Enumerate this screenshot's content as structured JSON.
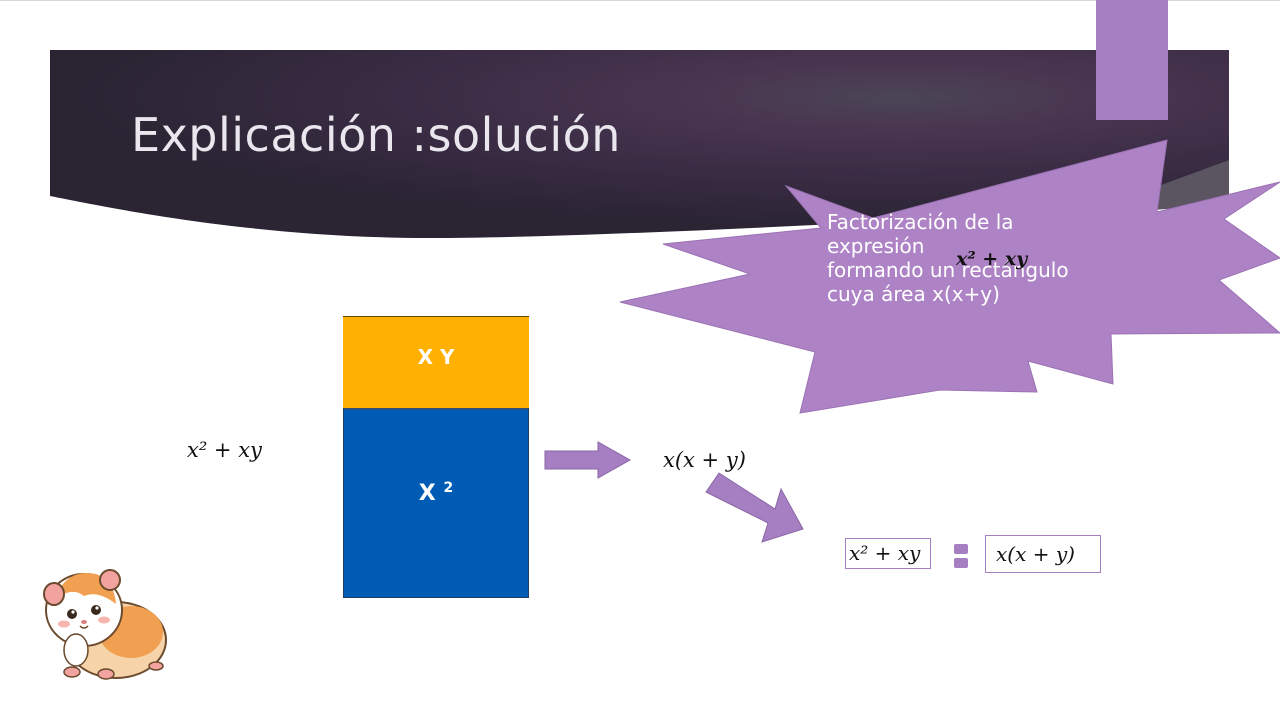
{
  "slide": {
    "title": "Explicación :solución"
  },
  "callout": {
    "line1": "Factorización de la",
    "line2": "expresión",
    "line3": "formando un rectángulo",
    "line4": "cuya área  x(x+y)",
    "math": "x² + xy"
  },
  "diagram": {
    "top_label": "X Y",
    "bottom_label": "X",
    "bottom_label_sup": "2",
    "expression_left": "x² + xy",
    "expression_factored": "x(x + y)"
  },
  "equation": {
    "left": "x² + xy",
    "right": "x(x + y)"
  },
  "colors": {
    "banner_dark": "#2d2538",
    "banner_purple": "#4e3a5a",
    "accent_purple": "#a57fc2",
    "rect_top": "#ffb000",
    "rect_bottom": "#005bb5"
  },
  "icons": [
    "hamster-illustration",
    "equals-icon",
    "right-arrow",
    "down-right-arrow",
    "explosion-callout"
  ]
}
